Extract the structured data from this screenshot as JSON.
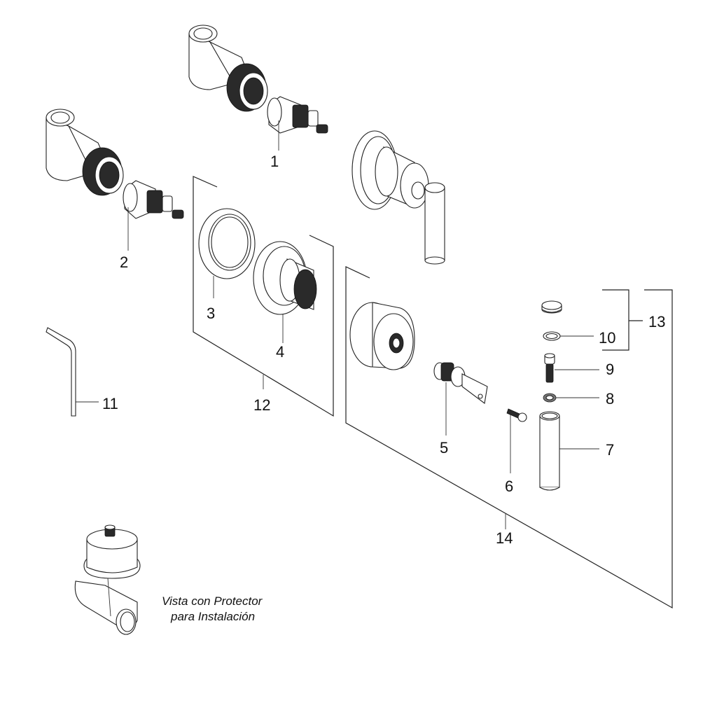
{
  "diagram": {
    "type": "exploded-parts-view",
    "parts": [
      {
        "id": "1",
        "label": "1",
        "description": "cartridge (upper valve)"
      },
      {
        "id": "2",
        "label": "2",
        "description": "cartridge (lower valve)"
      },
      {
        "id": "3",
        "label": "3",
        "description": "flat ring gasket"
      },
      {
        "id": "4",
        "label": "4",
        "description": "threaded flange escutcheon"
      },
      {
        "id": "5",
        "label": "5",
        "description": "threaded spindle adapter"
      },
      {
        "id": "6",
        "label": "6",
        "description": "small set screw"
      },
      {
        "id": "7",
        "label": "7",
        "description": "lever tube"
      },
      {
        "id": "8",
        "label": "8",
        "description": "washer"
      },
      {
        "id": "9",
        "label": "9",
        "description": "socket head screw"
      },
      {
        "id": "10",
        "label": "10",
        "description": "o-ring"
      },
      {
        "id": "11",
        "label": "11",
        "description": "hex key (allen wrench)"
      },
      {
        "id": "12",
        "label": "12",
        "description": "group: parts 3 and 4"
      },
      {
        "id": "13",
        "label": "13",
        "description": "group: cap and part 10"
      },
      {
        "id": "14",
        "label": "14",
        "description": "group: handle trim parts 5–9"
      }
    ],
    "caption_line1": "Vista con Protector",
    "caption_line2": "para Instalación"
  }
}
